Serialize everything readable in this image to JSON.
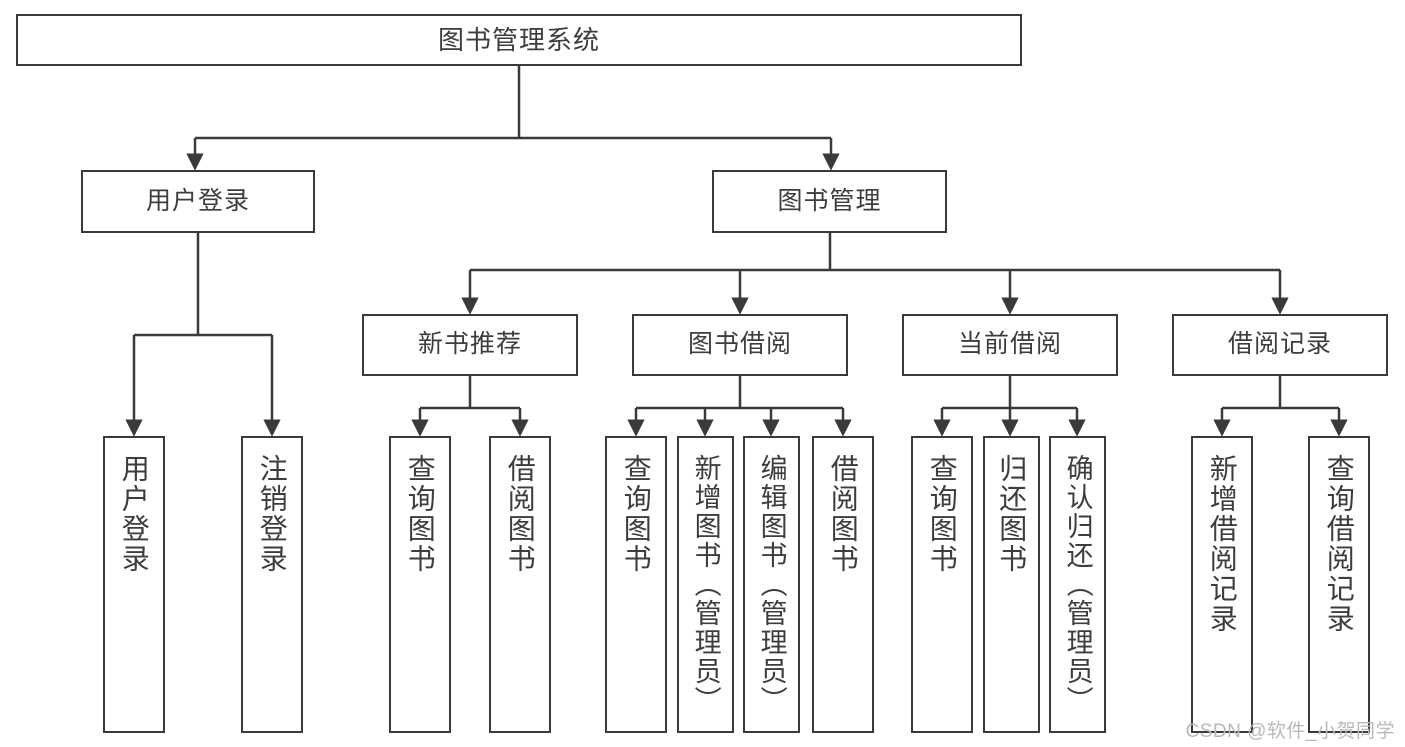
{
  "diagram": {
    "title": "图书管理系统",
    "type": "tree-hierarchy-diagram",
    "stroke_color": "#3a3a3a",
    "text_color": "#3d3d3d",
    "background_color": "#ffffff"
  },
  "nodes": {
    "root": {
      "label": "图书管理系统"
    },
    "level2": [
      {
        "label": "用户登录"
      },
      {
        "label": "图书管理"
      }
    ],
    "level3": [
      {
        "label": "新书推荐"
      },
      {
        "label": "图书借阅"
      },
      {
        "label": "当前借阅"
      },
      {
        "label": "借阅记录"
      }
    ],
    "leaves_user_login": [
      {
        "label": "用户登录"
      },
      {
        "label": "注销登录"
      }
    ],
    "leaves_new_book": [
      {
        "label": "查询图书"
      },
      {
        "label": "借阅图书"
      }
    ],
    "leaves_borrow": [
      {
        "label": "查询图书"
      },
      {
        "label": "新增图书（管理员）"
      },
      {
        "label": "编辑图书（管理员）"
      },
      {
        "label": "借阅图书"
      }
    ],
    "leaves_current": [
      {
        "label": "查询图书"
      },
      {
        "label": "归还图书"
      },
      {
        "label": "确认归还（管理员）"
      }
    ],
    "leaves_record": [
      {
        "label": "新增借阅记录"
      },
      {
        "label": "查询借阅记录"
      }
    ]
  },
  "watermark": {
    "text": "CSDN @软件_小贺同学"
  }
}
